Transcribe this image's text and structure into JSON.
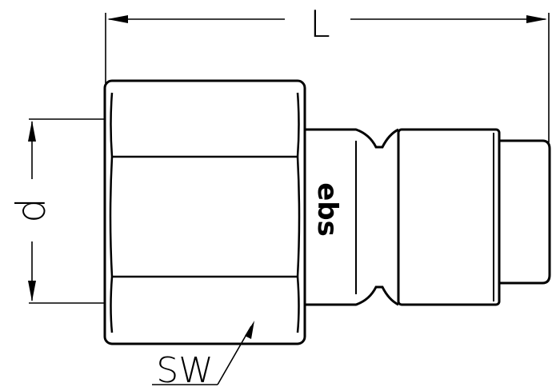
{
  "labels": {
    "length": "L",
    "diameter": "d",
    "wrench_size": "SW",
    "brand": "ebs"
  },
  "colors": {
    "stroke": "#000000",
    "background": "#ffffff"
  }
}
